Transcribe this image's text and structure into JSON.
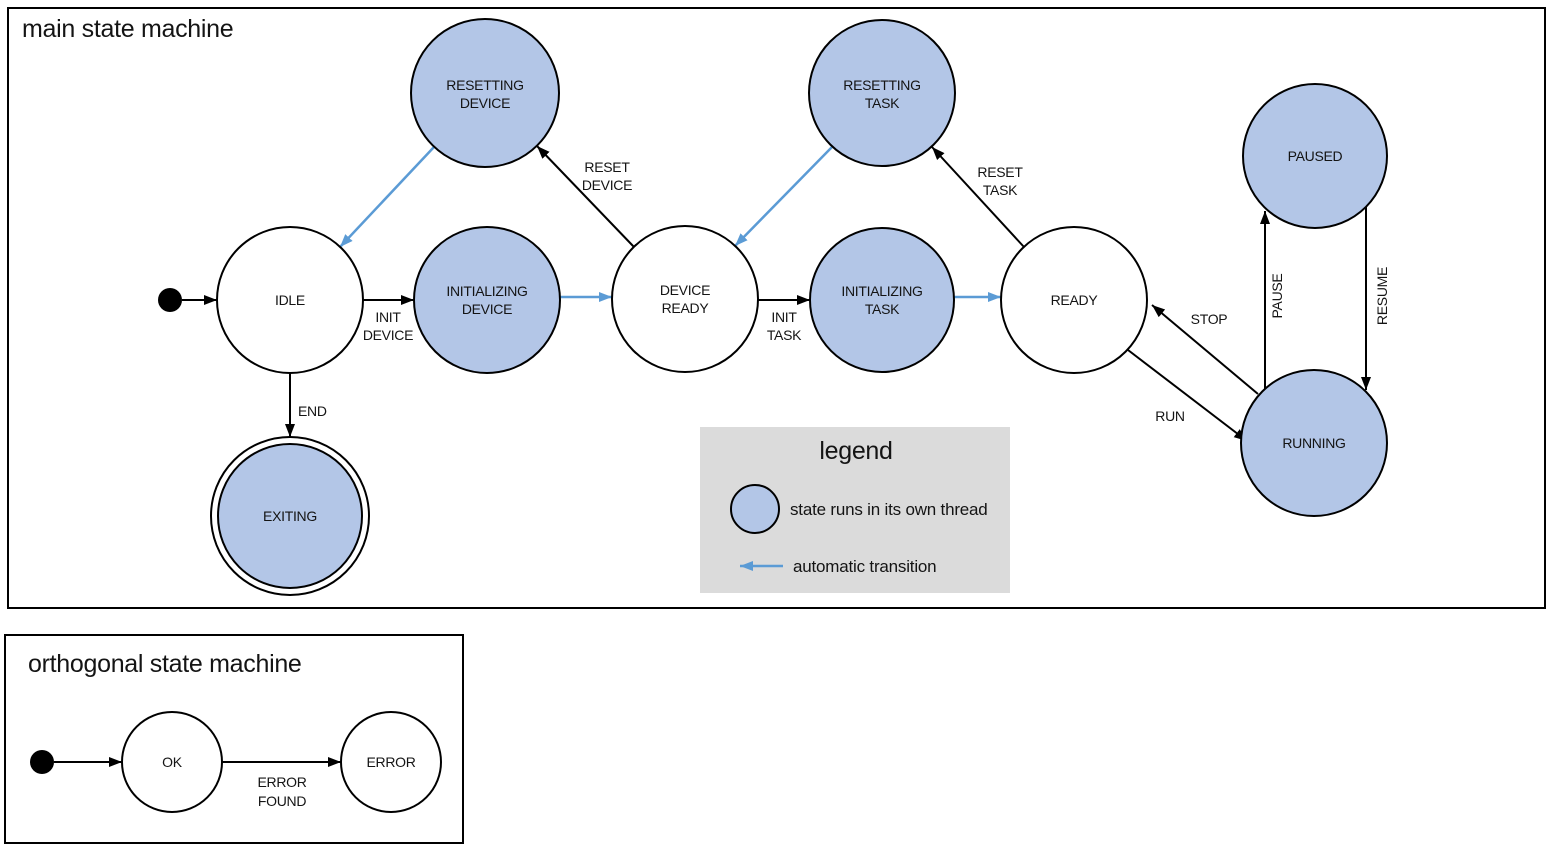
{
  "colors": {
    "thread_state_fill": "#b3c6e7",
    "plain_state_fill": "#ffffff",
    "automatic_transition_color": "#5b9bd5",
    "line_color": "#000000",
    "legend_background": "#dbdbdb"
  },
  "main_box": {
    "title": "main state machine",
    "states": {
      "idle": "IDLE",
      "resetting_device": [
        "RESETTING",
        "DEVICE"
      ],
      "initializing_device": [
        "INITIALIZING",
        "DEVICE"
      ],
      "device_ready": [
        "DEVICE",
        "READY"
      ],
      "resetting_task": [
        "RESETTING",
        "TASK"
      ],
      "initializing_task": [
        "INITIALIZING",
        "TASK"
      ],
      "ready": "READY",
      "paused": "PAUSED",
      "running": "RUNNING",
      "exiting": "EXITING"
    },
    "transitions": {
      "init_device": [
        "INIT",
        "DEVICE"
      ],
      "reset_device": [
        "RESET",
        "DEVICE"
      ],
      "init_task": [
        "INIT",
        "TASK"
      ],
      "reset_task": [
        "RESET",
        "TASK"
      ],
      "end": "END",
      "run": "RUN",
      "stop": "STOP",
      "pause": "PAUSE",
      "resume": "RESUME"
    }
  },
  "legend": {
    "title": "legend",
    "thread_item": "state runs in its own thread",
    "auto_item": "automatic transition"
  },
  "orthogonal_box": {
    "title": "orthogonal state machine",
    "states": {
      "ok": "OK",
      "error": "ERROR"
    },
    "transitions": {
      "error_found": [
        "ERROR",
        "FOUND"
      ]
    }
  }
}
